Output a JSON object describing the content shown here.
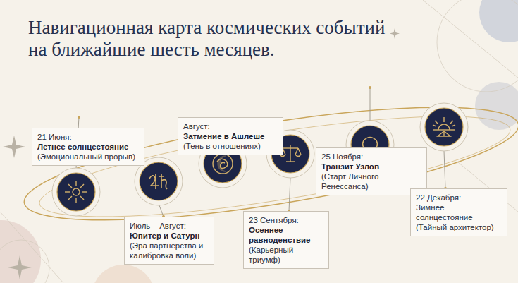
{
  "diagram": {
    "title": "Навигационная карта космических событий на ближайшие шесть месяцев.",
    "nodes": [
      {
        "text": [
          "21 Июня:",
          "Летнее солнцестояние",
          "(Эмоциональный прорыв)"
        ]
      },
      {
        "text": [
          "Июль – Август:",
          "Юпитер и Сатурн",
          "(Эра партнерства и калибровка воли)"
        ]
      },
      {
        "text": [
          "Август:",
          "Затмение в Ашлеше",
          "(Тень в отношениях)"
        ]
      },
      {
        "text": [
          "23 Сентября:",
          "Осеннее равноденствие",
          "(Карьерный триумф)"
        ]
      },
      {
        "text": [
          "25 Ноября:",
          "Транзит Узлов",
          "(Старт Личного Ренессанса)"
        ]
      },
      {
        "text": [
          "22 Декабря:",
          "Зимнее солнцестояние",
          "(Тайный архитектор)"
        ]
      }
    ]
  }
}
